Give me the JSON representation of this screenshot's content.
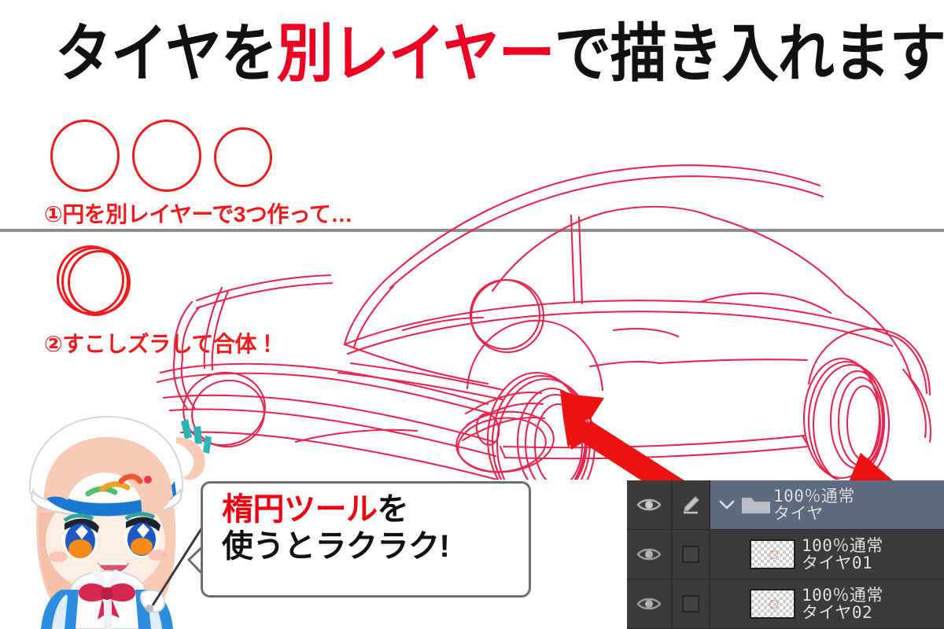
{
  "title": {
    "part1": "タイヤを",
    "part2": "別レイヤー",
    "part3": "で描き入れます",
    "accent_color": "#ee0022"
  },
  "steps": [
    {
      "id": "step1",
      "label": "①円を別レイヤーで3つ作って…"
    },
    {
      "id": "step2",
      "label": "②すこしズラして合体！"
    }
  ],
  "shapes": {
    "circle_count": 3,
    "merged_circle_count": 3,
    "stroke_color": "#f21a1a",
    "circle_a_name": "circle-1",
    "circle_b_name": "circle-2",
    "circle_c_name": "circle-3"
  },
  "sketch": {
    "subject": "sports-car-line-art",
    "stroke_color": "#e8254f"
  },
  "arrows": {
    "color": "#ee1111",
    "count": 2,
    "target_front": "front-wheel",
    "target_rear": "rear-wheel"
  },
  "mascot": {
    "name": "chibi-instructor",
    "hat_color": "#ffffff",
    "hat_band_color": "#1878d2",
    "hair_color": "#f6c6b4",
    "bow_color": "#d6294e",
    "jacket_color": "#2b8ede"
  },
  "bubble": {
    "line1_red": "楕円ツール",
    "line1_black": "を",
    "line2": "使うとラクラク!",
    "border_color": "#6e6e6e"
  },
  "layer_panel": {
    "selected_row_color": "#5d6a80",
    "background_color": "#3b3b3b",
    "rows": [
      {
        "opacity": "100％通常",
        "name": "タイヤ",
        "type": "folder",
        "selected": true,
        "eye": "visible",
        "lock": "pencil"
      },
      {
        "opacity": "100％通常",
        "name": "タイヤ01",
        "type": "raster",
        "selected": false,
        "eye": "visible",
        "lock": "unlocked"
      },
      {
        "opacity": "100％通常",
        "name": "タイヤ02",
        "type": "raster",
        "selected": false,
        "eye": "visible",
        "lock": "unlocked"
      }
    ]
  }
}
